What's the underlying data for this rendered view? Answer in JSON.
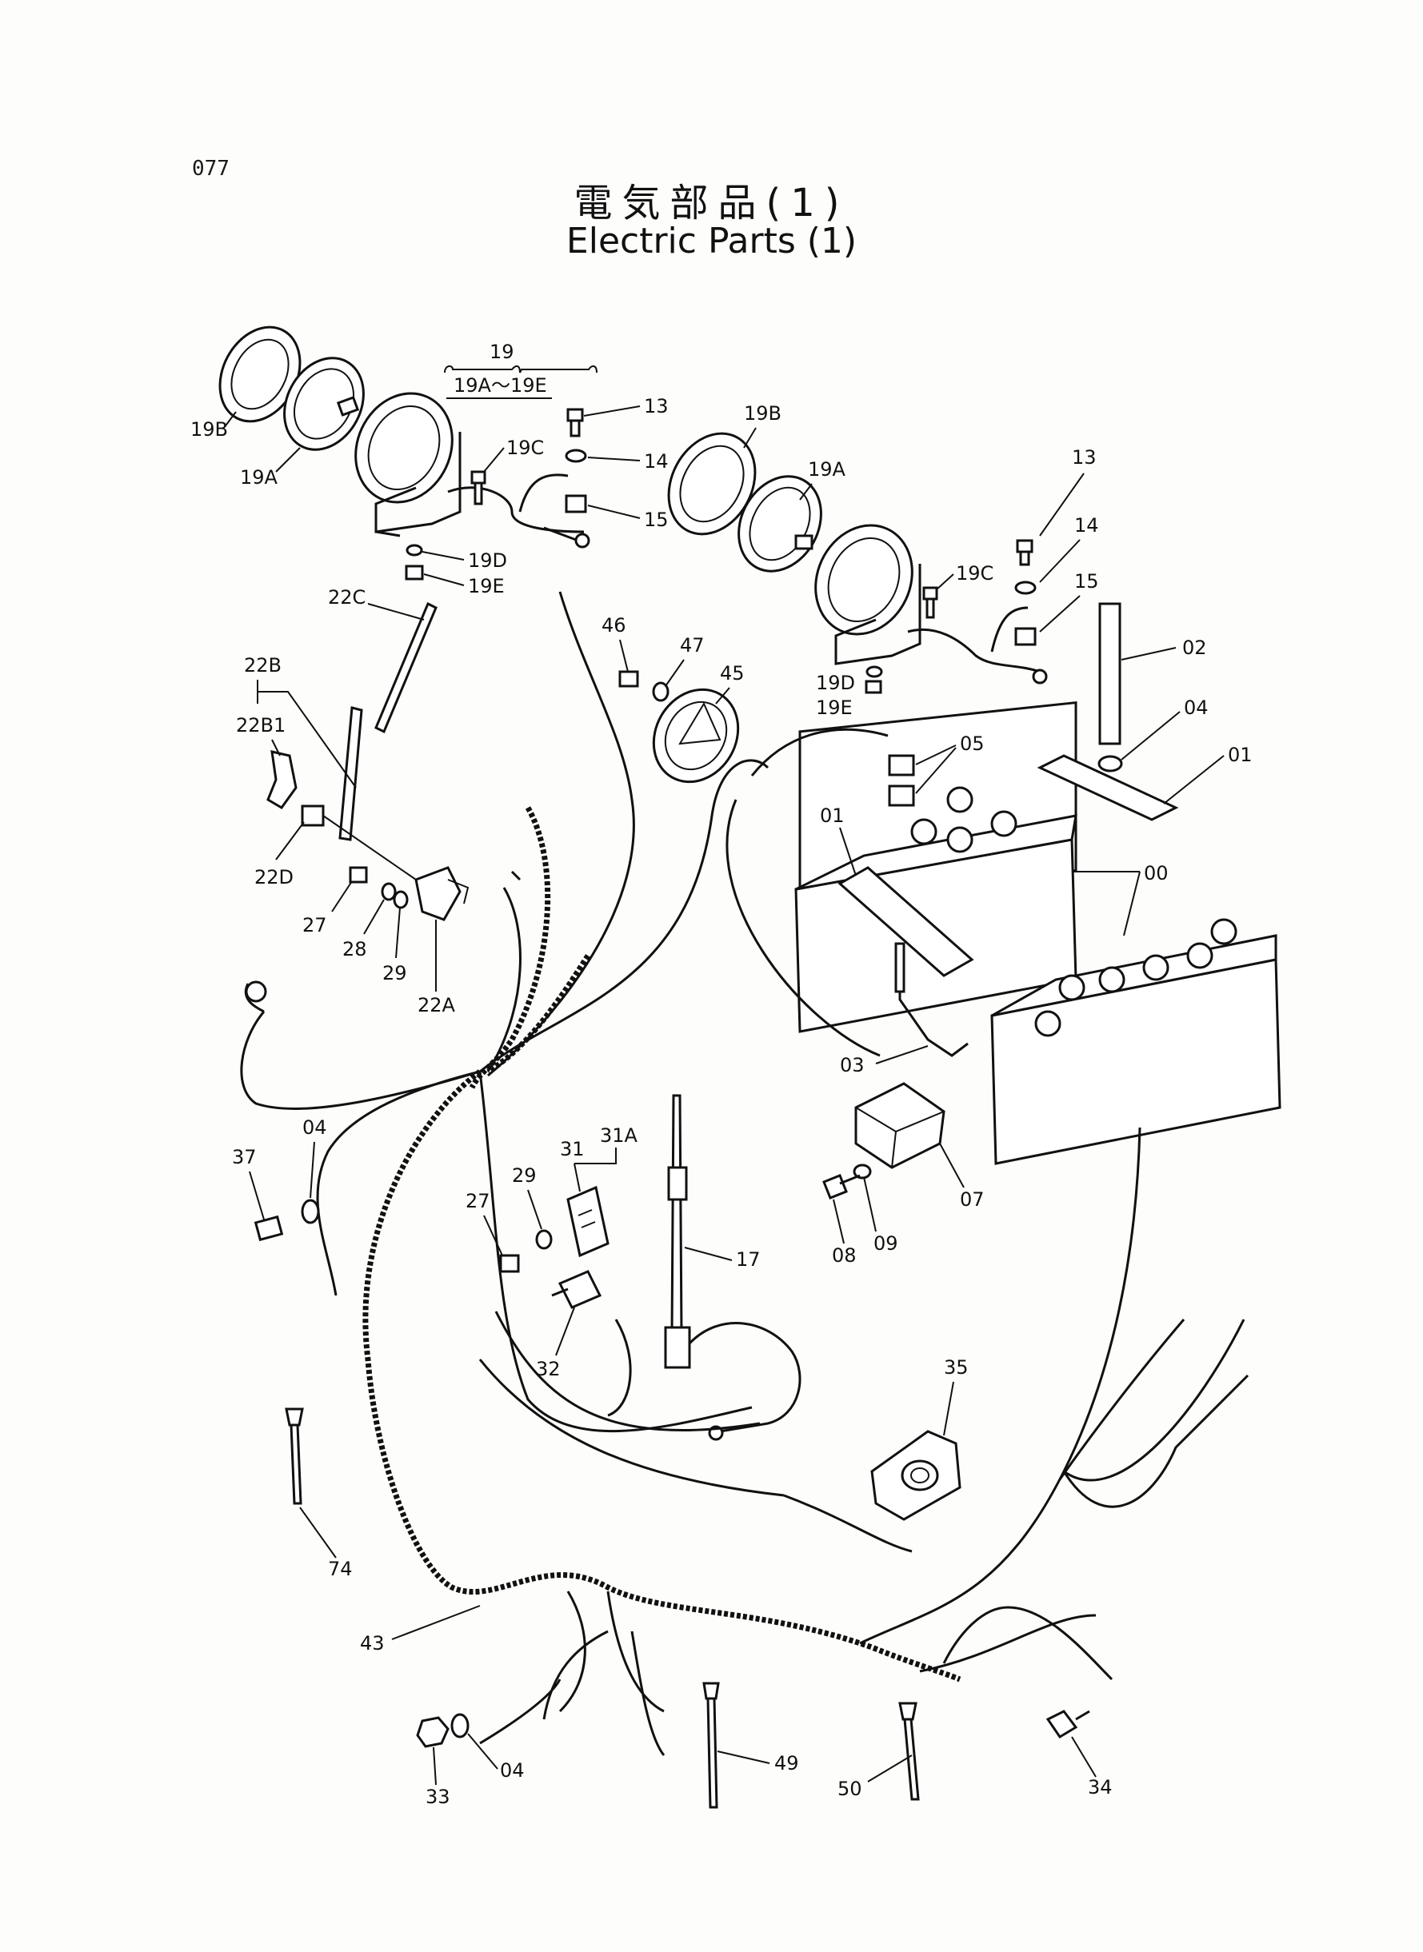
{
  "page": {
    "number": "077",
    "title_jp": "電気部品(1)",
    "title_en": "Electric Parts (1)"
  },
  "callouts": {
    "c19": "19",
    "c19range": "19A～19E",
    "c19B_left": "19B",
    "c19A_left": "19A",
    "c19C_left": "19C",
    "c19D_left": "19D",
    "c19E_left": "19E",
    "c13_left": "13",
    "c14_left": "14",
    "c15_left": "15",
    "c19B_right": "19B",
    "c19A_right": "19A",
    "c19C_right": "19C",
    "c19D_right": "19D",
    "c19E_right": "19E",
    "c13_right": "13",
    "c14_right": "14",
    "c15_right": "15",
    "c02": "02",
    "c04_bat": "04",
    "c01_right": "01",
    "c05": "05",
    "c01_left": "01",
    "c00": "00",
    "c03": "03",
    "c07": "07",
    "c08": "08",
    "c09": "09",
    "c46": "46",
    "c47": "47",
    "c45": "45",
    "c22C": "22C",
    "c22B": "22B",
    "c22B1": "22B1",
    "c22D": "22D",
    "c27_wiper": "27",
    "c28": "28",
    "c29_wiper": "29",
    "c22A": "22A",
    "c37": "37",
    "c04_left": "04",
    "c31": "31",
    "c31A": "31A",
    "c29_switch": "29",
    "c27_switch": "27",
    "c32": "32",
    "c17": "17",
    "c35": "35",
    "c74": "74",
    "c43": "43",
    "c49": "49",
    "c50": "50",
    "c33": "33",
    "c04_bottom": "04",
    "c34": "34"
  }
}
